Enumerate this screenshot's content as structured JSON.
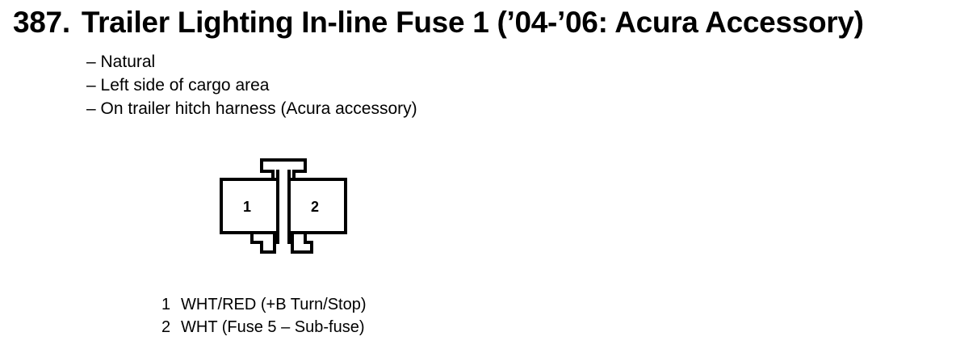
{
  "heading": {
    "number": "387.",
    "title": "Trailer Lighting In-line Fuse 1 (’04-’06: Acura Accessory)"
  },
  "details": [
    "– Natural",
    "– Left side of cargo area",
    "– On trailer hitch harness (Acura accessory)"
  ],
  "connector": {
    "cavity_labels": [
      "1",
      "2"
    ]
  },
  "pinout": [
    {
      "pin": "1",
      "wire": "WHT/RED (+B Turn/Stop)"
    },
    {
      "pin": "2",
      "wire": "WHT (Fuse 5 – Sub-fuse)"
    }
  ]
}
